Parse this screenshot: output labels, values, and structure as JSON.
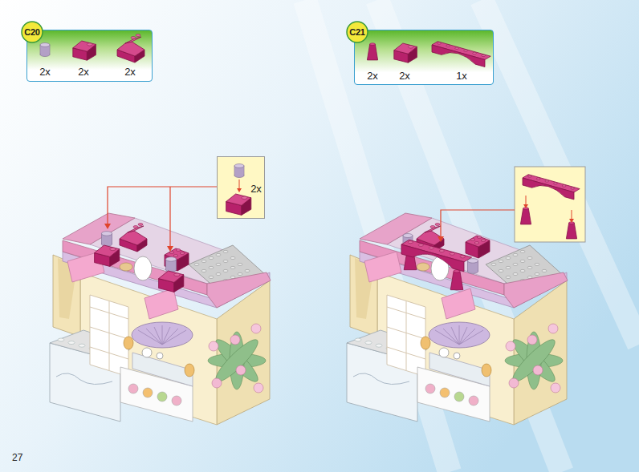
{
  "diagram": {
    "nodes": [
      {
        "text": [
          "C20",
          "2x",
          "2x",
          "2x"
        ]
      },
      {
        "text": [
          "C21",
          "2x",
          "2x",
          "1x"
        ]
      },
      {
        "text": [
          "2x"
        ]
      }
    ],
    "edges": [],
    "labels": [
      "27"
    ]
  }
}
